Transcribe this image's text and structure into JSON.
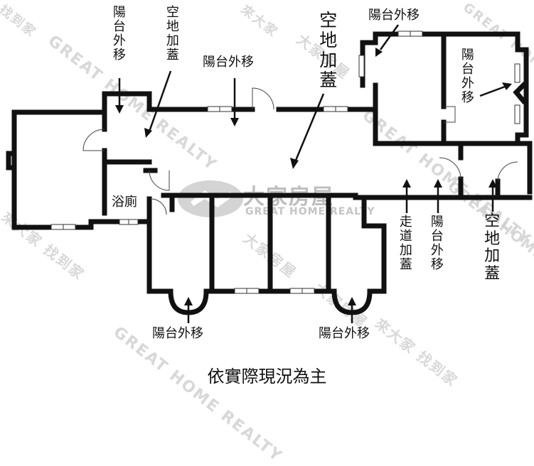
{
  "labels": {
    "balcony_out_top_left": "陽台外移",
    "vacant_add_top_left": "空地加蓋",
    "balcony_out_top_middle": "陽台外移",
    "vacant_add_center": "空地加蓋",
    "balcony_out_top_right": "陽台外移",
    "balcony_out_right": "陽台外移",
    "bathroom": "浴廁",
    "corridor_add": "走道加蓋",
    "balcony_out_lower_right": "陽台外移",
    "vacant_add_lower_right": "空地加蓋",
    "balcony_out_bottom_left": "陽台外移",
    "balcony_out_bottom_right": "陽台外移"
  },
  "watermark": {
    "brand_cn": "大家房屋",
    "brand_en": "GREAT HOME REALTY",
    "slogan": "找到家",
    "slogan_2": "來大家",
    "wm_1": "GREAT HOME REALTY",
    "wm_2": "GREAT HOME REALTY",
    "wm_3": "GREAT HOME REALTY",
    "wm_4": "GREAT HOME REALTY",
    "wm_5": "GREAT HOME",
    "brand_cn_2": "大家房屋",
    "brand_cn_3": "大家房屋",
    "brand_cn_4": "大家房屋",
    "slogan_3": "來大家 找到家",
    "slogan_4": "來大家 找到家"
  },
  "caption": "依實際現況為主",
  "colors": {
    "wall": "#111111",
    "watermark": "#cfcfcf"
  }
}
